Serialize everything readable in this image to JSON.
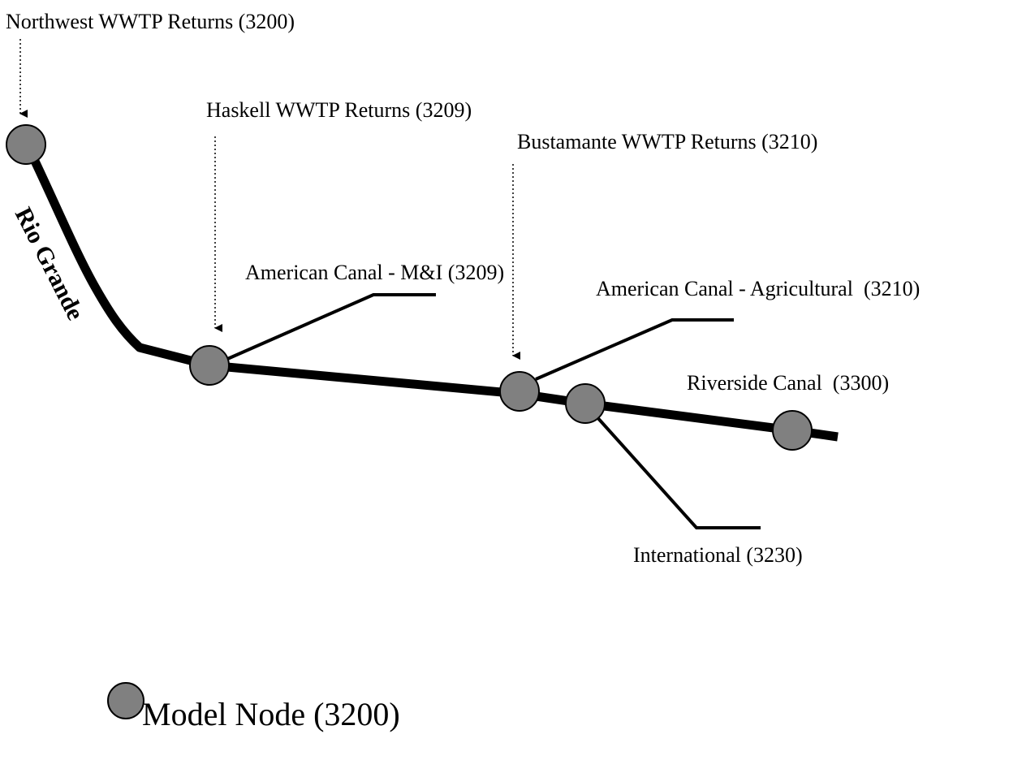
{
  "colors": {
    "node_fill": "#808080",
    "line": "#000000",
    "background": "#ffffff"
  },
  "river": {
    "label": "Rio Grande"
  },
  "returns": [
    {
      "label": "Northwest WWTP Returns (3200)"
    },
    {
      "label": "Haskell WWTP Returns (3209)"
    },
    {
      "label": "Bustamante WWTP Returns (3210)"
    }
  ],
  "diversions": [
    {
      "label": "American Canal - M&I (3209)"
    },
    {
      "label": "American Canal - Agricultural  (3210)"
    },
    {
      "label": "International (3230)"
    },
    {
      "label": "Riverside Canal  (3300)"
    }
  ],
  "legend": {
    "node_label": "Model Node (3200)"
  }
}
